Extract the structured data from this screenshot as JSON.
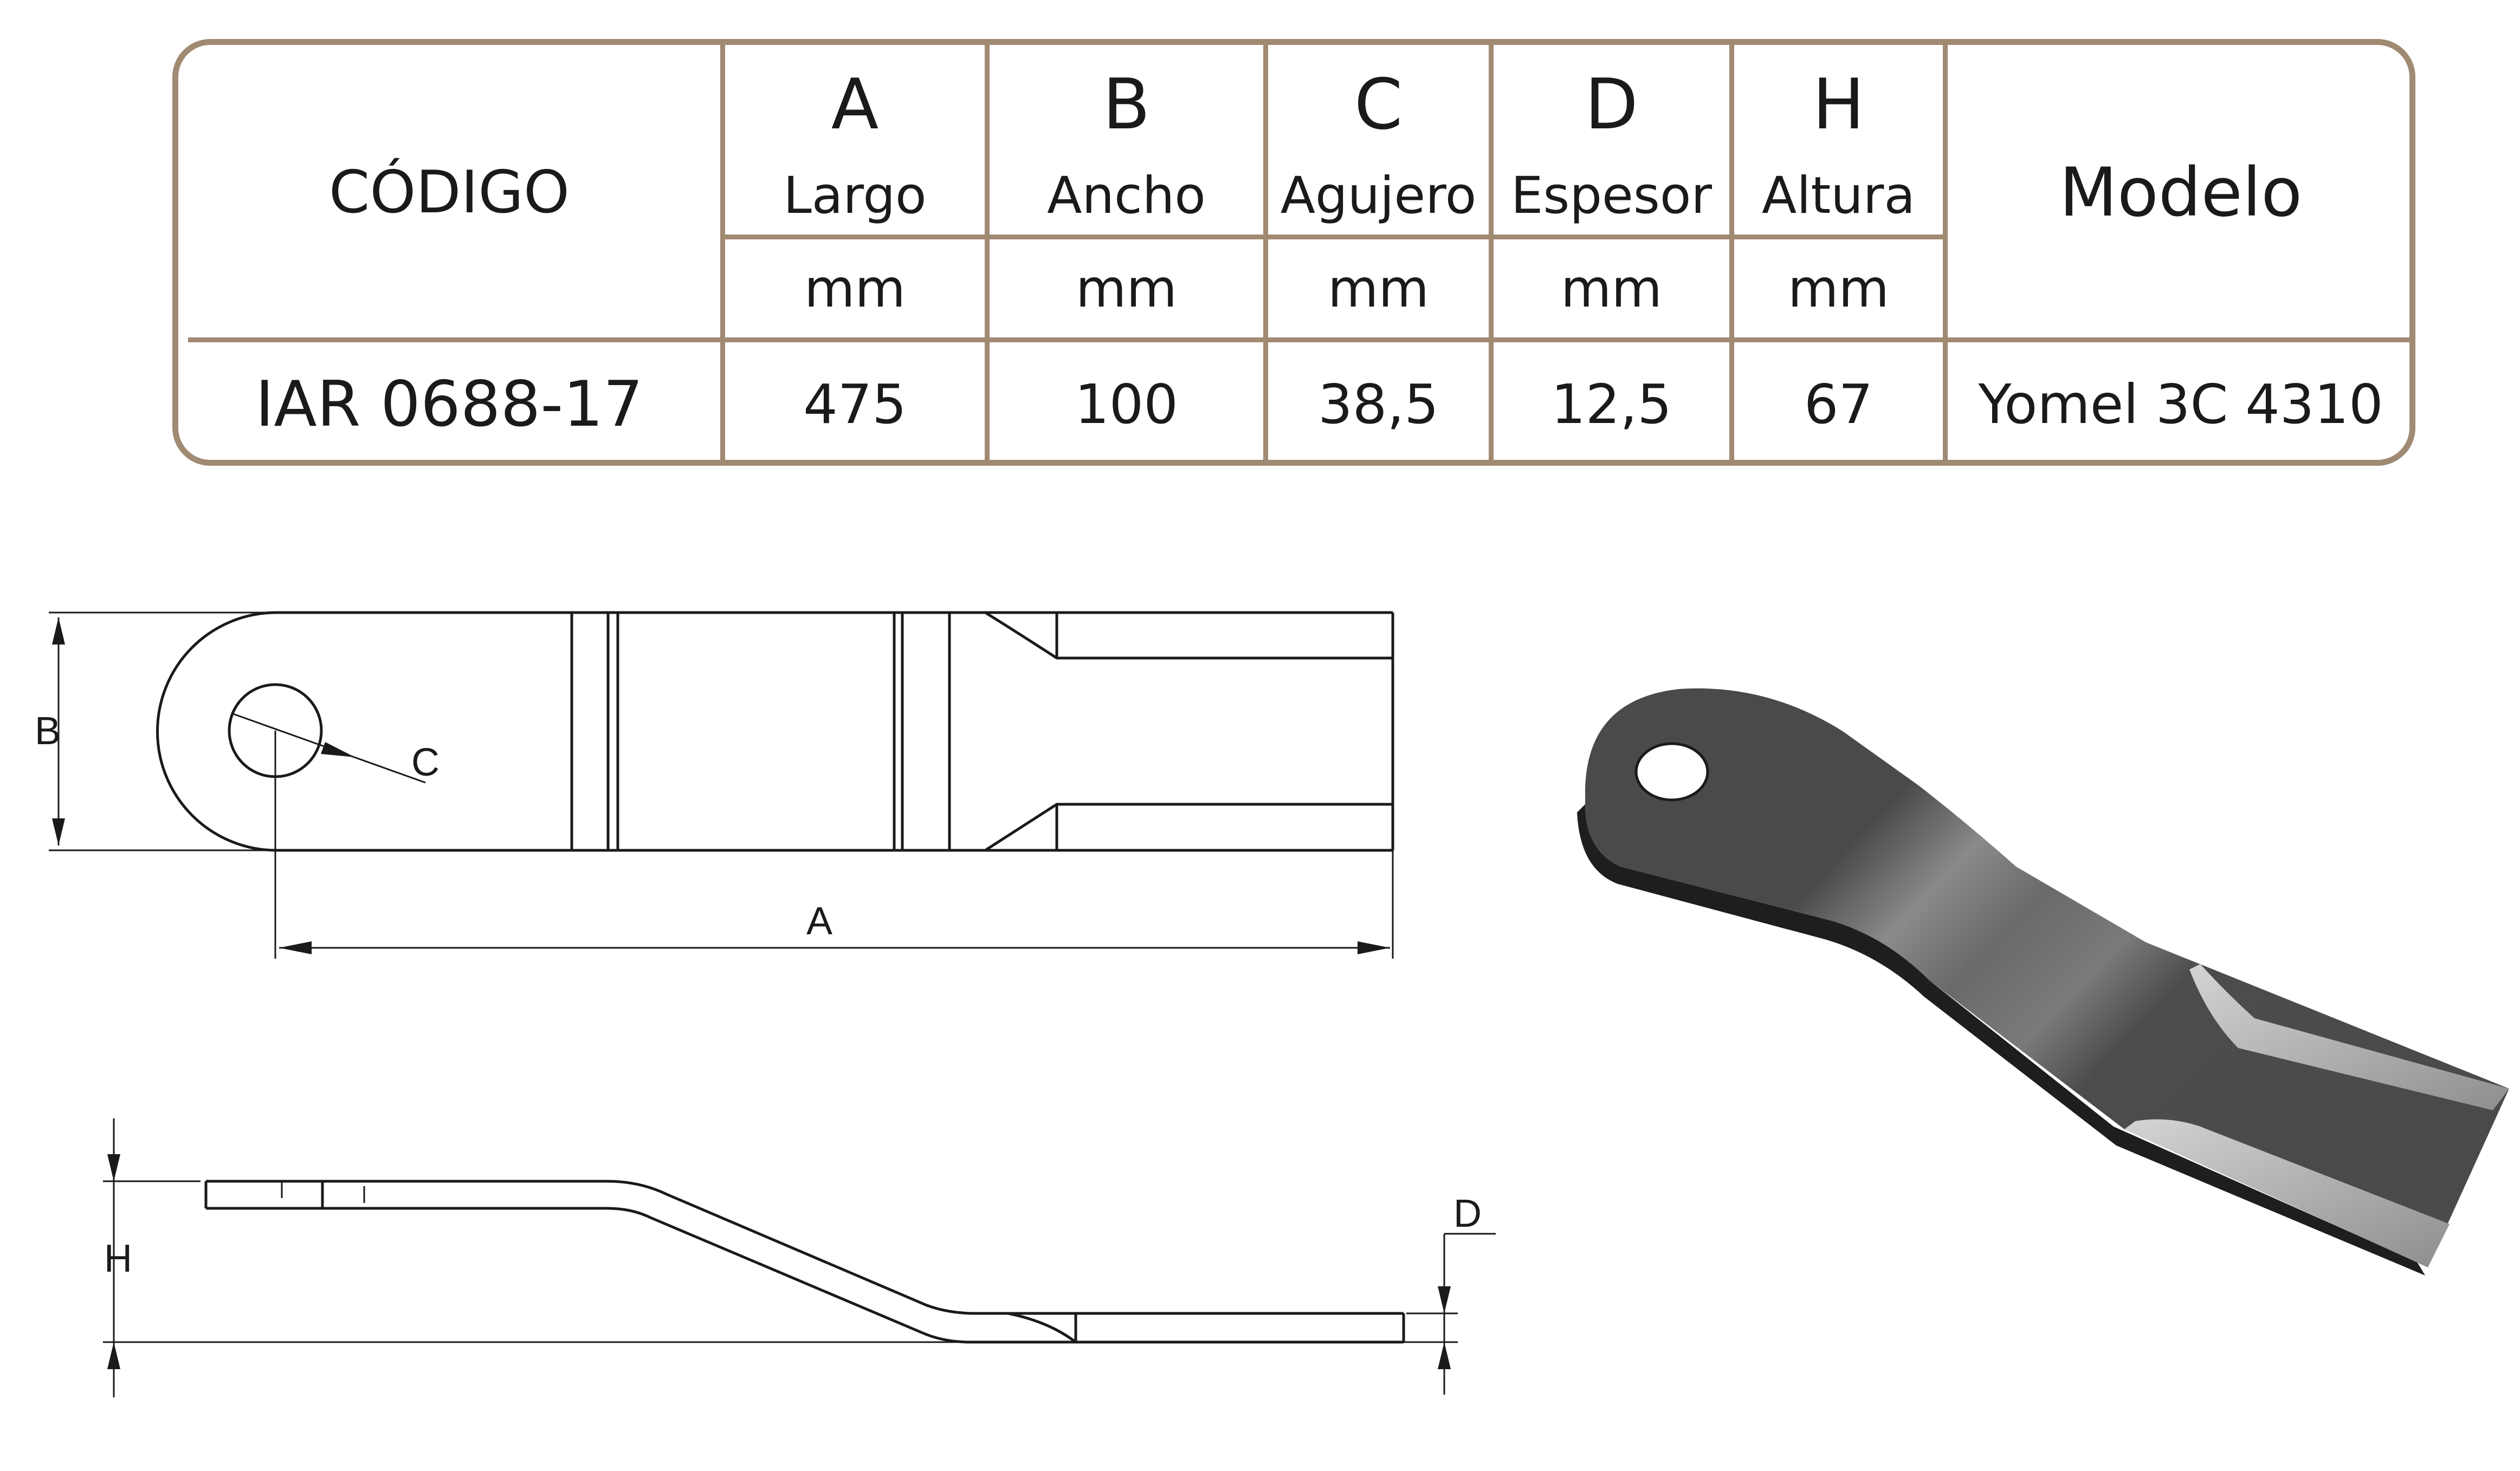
{
  "table": {
    "code_header": "CÓDIGO",
    "model_header": "Modelo",
    "columns": [
      {
        "letter": "A",
        "name": "Largo",
        "unit": "mm",
        "value": "475"
      },
      {
        "letter": "B",
        "name": "Ancho",
        "unit": "mm",
        "value": "100"
      },
      {
        "letter": "C",
        "name": "Agujero",
        "unit": "mm",
        "value": "38,5"
      },
      {
        "letter": "D",
        "name": "Espesor",
        "unit": "mm",
        "value": "12,5"
      },
      {
        "letter": "H",
        "name": "Altura",
        "unit": "mm",
        "value": "67"
      }
    ],
    "code_value": "IAR 0688-17",
    "model_value": "Yomel 3C 4310"
  },
  "drawing": {
    "labels": {
      "a": "A",
      "b": "B",
      "c": "C",
      "d": "D",
      "h": "H"
    }
  },
  "colors": {
    "table_border": "#a08a72",
    "line": "#1a1a1a",
    "part": "#4a4a4a"
  }
}
